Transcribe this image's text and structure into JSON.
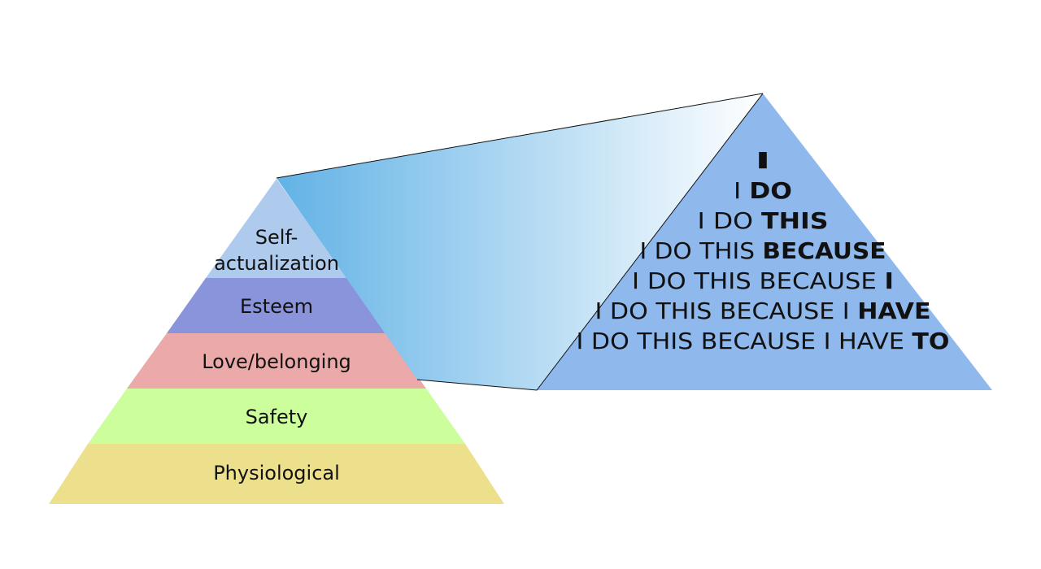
{
  "left_pyramid": {
    "levels": [
      {
        "label_lines": [
          "Self-",
          "actualization"
        ],
        "color": "#aecbed"
      },
      {
        "label_lines": [
          "Esteem"
        ],
        "color": "#8a94da"
      },
      {
        "label_lines": [
          "Love/belonging"
        ],
        "color": "#eca9a9"
      },
      {
        "label_lines": [
          "Safety"
        ],
        "color": "#ccfe9c"
      },
      {
        "label_lines": [
          "Physiological"
        ],
        "color": "#ede08d"
      }
    ]
  },
  "connector": {
    "gradient_start": "#62b2e6",
    "gradient_end": "#ffffff"
  },
  "right_triangle": {
    "color": "#8fb8ec",
    "lines": [
      {
        "normal": "",
        "bold": "I"
      },
      {
        "normal": "I ",
        "bold": "DO"
      },
      {
        "normal": "I DO ",
        "bold": "THIS"
      },
      {
        "normal": "I DO THIS ",
        "bold": "BECAUSE"
      },
      {
        "normal": "I DO THIS BECAUSE ",
        "bold": "I"
      },
      {
        "normal": "I DO THIS BECAUSE I ",
        "bold": "HAVE"
      },
      {
        "normal": "I DO THIS BECAUSE I HAVE ",
        "bold": "TO"
      }
    ]
  }
}
